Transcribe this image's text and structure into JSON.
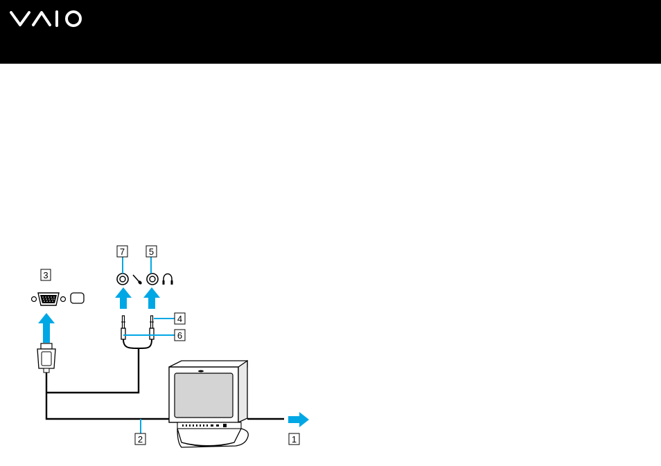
{
  "header": {
    "logo_icon": "vaio-logo",
    "background": "#000000"
  },
  "diagram": {
    "accent_color": "#00a7e5",
    "callouts": [
      {
        "id": "1",
        "label": "1"
      },
      {
        "id": "2",
        "label": "2"
      },
      {
        "id": "3",
        "label": "3"
      },
      {
        "id": "4",
        "label": "4"
      },
      {
        "id": "5",
        "label": "5"
      },
      {
        "id": "6",
        "label": "6"
      },
      {
        "id": "7",
        "label": "7"
      }
    ],
    "icons": [
      "monitor-port-icon",
      "microphone-icon",
      "headphones-icon",
      "vga-port-icon",
      "audio-jack-icon"
    ]
  }
}
